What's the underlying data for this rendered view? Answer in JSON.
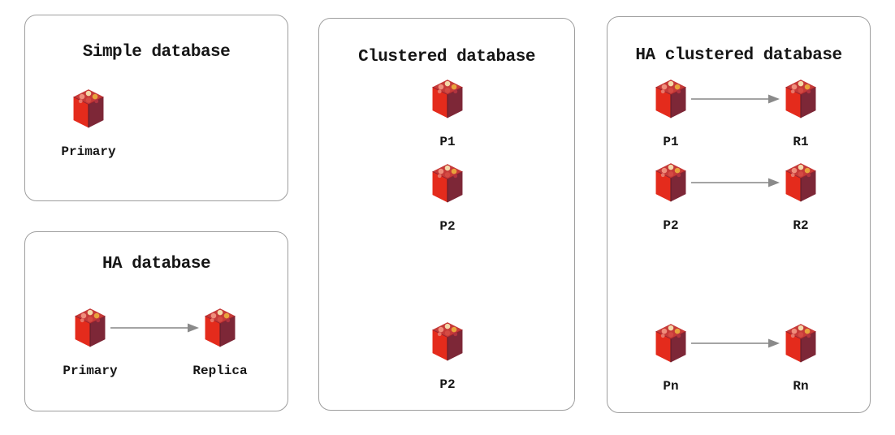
{
  "panels": [
    {
      "title": "Simple database",
      "nodes": [
        {
          "label": "Primary"
        }
      ]
    },
    {
      "title": "HA database",
      "nodes": [
        {
          "label": "Primary"
        },
        {
          "label": "Replica"
        }
      ]
    },
    {
      "title": "Clustered database",
      "nodes": [
        {
          "label": "P1"
        },
        {
          "label": "P2"
        },
        {
          "label": "P2"
        }
      ]
    },
    {
      "title": "HA clustered database",
      "nodes": [
        {
          "label": "P1"
        },
        {
          "label": "R1"
        },
        {
          "label": "P2"
        },
        {
          "label": "R2"
        },
        {
          "label": "Pn"
        },
        {
          "label": "Rn"
        }
      ]
    }
  ],
  "icons": {
    "node": "redis-cube-icon",
    "arrow": "replication-arrow-icon"
  },
  "colors": {
    "background": "#ffffff",
    "panel_border": "#9e9e9e",
    "text": "#161616",
    "arrow": "#8a8a8a",
    "cube_top": "#c63a38",
    "cube_left": "#e42b1c",
    "cube_right": "#7d2737",
    "cube_dot_cream": "#f3d9a9",
    "cube_dot_salmon": "#ef8d7b",
    "cube_dot_gold": "#e8a33c"
  }
}
